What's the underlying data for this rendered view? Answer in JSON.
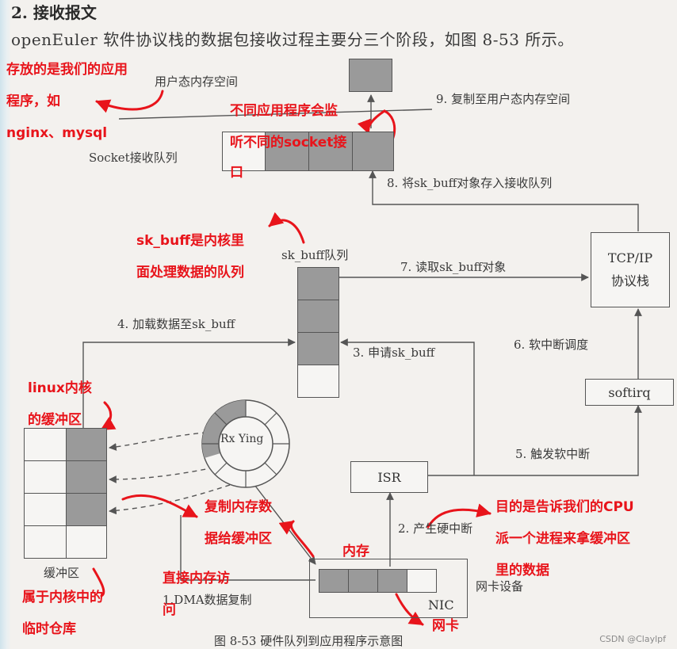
{
  "heading": "2. 接收报文",
  "intro": "openEuler 软件协议栈的数据包接收过程主要分三个阶段，如图 8-53 所示。",
  "caption": "图 8-53  硬件队列到应用程序示意图",
  "labels": {
    "user_space": "用户态内存空间",
    "socket_queue": "Socket接收队列",
    "skbuff_queue": "sk_buff队列",
    "tcpip": "TCP/IP",
    "tcpip_2": "协议栈",
    "softirq": "softirq",
    "rx_ring": "Rx Ying",
    "isr": "ISR",
    "nic": "NIC",
    "nic_device": "网卡设备",
    "buffer": "缓冲区"
  },
  "steps": {
    "s1": "1.DMA数据复制",
    "s2": "2. 产生硬中断",
    "s3": "3. 申请sk_buff",
    "s4": "4. 加载数据至sk_buff",
    "s5": "5. 触发软中断",
    "s6": "6. 软中断调度",
    "s7": "7. 读取sk_buff对象",
    "s8": "8. 将sk_buff对象存入接收队列",
    "s9": "9. 复制至用户态内存空间"
  },
  "annotations": {
    "a1": "存放的是我们的应用",
    "a2": "程序，如",
    "a3": "nginx、mysql",
    "a4": "不同应用程序会监",
    "a5": "听不同的socket接",
    "a6": "口",
    "a7": "sk_buff是内核里",
    "a8": "面处理数据的队列",
    "a9": "linux内核",
    "a10": "的缓冲区",
    "a11": "复制内存数",
    "a12": "据给缓冲区",
    "a13": "内存",
    "a14": "直接内存访",
    "a15": "问",
    "a16": "属于内核中的",
    "a17": "临时仓库",
    "a18": "目的是告诉我们的CPU",
    "a19": "派一个进程来拿缓冲区",
    "a20": "里的数据",
    "a21": "网卡"
  },
  "watermark": "CSDN @Claylpf",
  "colors": {
    "annotation": "#e8141b",
    "cell_gray": "#9a9a9a",
    "line": "#555555"
  }
}
